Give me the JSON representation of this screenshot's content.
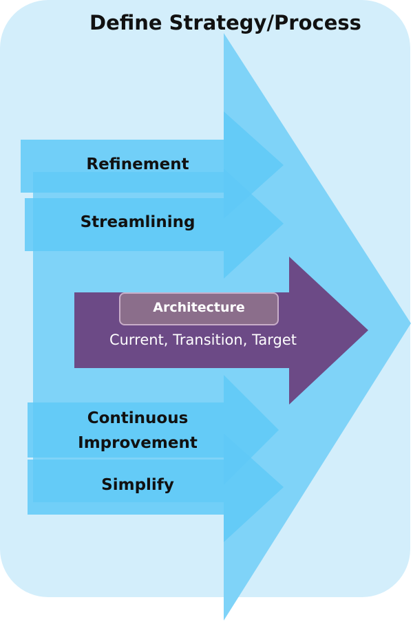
{
  "title": "Define Strategy/Process",
  "arrows": [
    {
      "label": "Refinement"
    },
    {
      "label": "Streamlining"
    },
    {
      "label": "Continuous\nImprovement"
    },
    {
      "label": "Simplify"
    }
  ],
  "center": {
    "label": "Architecture",
    "sublabel": "Current, Transition, Target"
  },
  "colors": {
    "panel": "#d3eefb",
    "big_arrow": "#7fd3f8",
    "small_arrow": "#5ec8f6",
    "center_arrow": "#6c4a86",
    "pill": "#8b6e8b"
  }
}
